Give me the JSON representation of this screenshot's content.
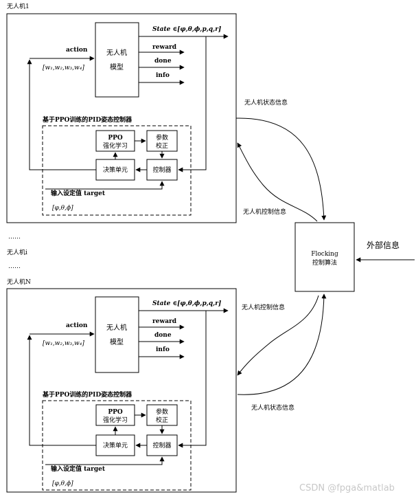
{
  "uav1": {
    "title": "无人机1",
    "model": [
      "无人机",
      "模型"
    ],
    "state_label": "State ∈[φ,θ,ϕ,p,q,r]",
    "outputs": [
      "reward",
      "done",
      "info"
    ],
    "action_label": "action",
    "action_vector": "[w₁,w₂,w₃,w₄]",
    "controller_title": "基于PPO训练的PID姿态控制器",
    "ppo": [
      "PPO",
      "强化学习"
    ],
    "param": [
      "参数",
      "校正"
    ],
    "decision": "决策单元",
    "controller": "控制器",
    "input_label": "输入设定值  target",
    "input_vector": "[φ,θ,ϕ]"
  },
  "ellipsis_1": "……",
  "uav_i_title": "无人机i",
  "ellipsis_2": "……",
  "uavN": {
    "title": "无人机N",
    "model": [
      "无人机",
      "模型"
    ],
    "state_label": "State ∈[φ,θ,ϕ,p,q,r]",
    "outputs": [
      "reward",
      "done",
      "info"
    ],
    "action_label": "action",
    "action_vector": "[w₁,w₂,w₃,w₄]",
    "controller_title": "基于PPO训练的PID姿态控制器",
    "ppo": [
      "PPO",
      "强化学习"
    ],
    "param": [
      "参数",
      "校正"
    ],
    "decision": "决策单元",
    "controller": "控制器",
    "input_label": "输入设定值  target",
    "input_vector": "[φ,θ,ϕ]"
  },
  "flocking": [
    "Flocking",
    "控制算法"
  ],
  "external_info": "外部信息",
  "labels": {
    "state_info_top": "无人机状态信息",
    "control_info_top": "无人机控制信息",
    "control_info_bottom": "无人机控制信息",
    "state_info_bottom": "无人机状态信息"
  },
  "watermark": "CSDN @fpga&matlab"
}
